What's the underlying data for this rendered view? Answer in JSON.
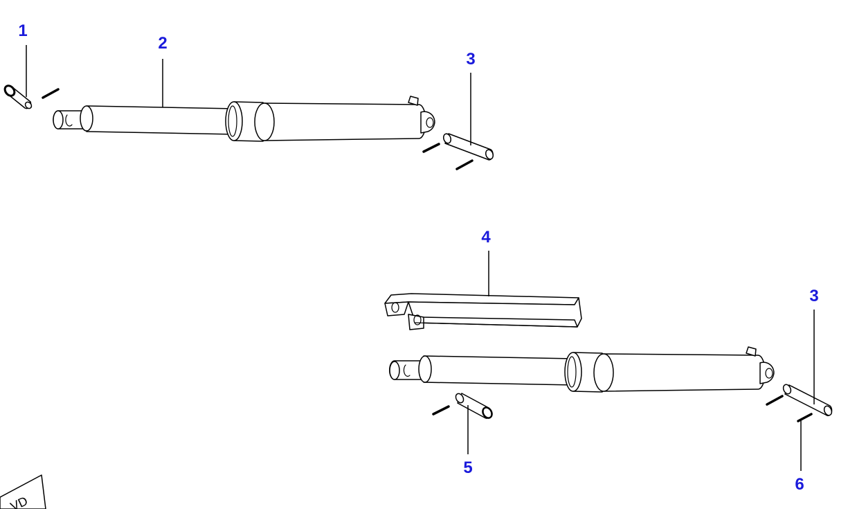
{
  "callouts": [
    {
      "id": "1",
      "label": "1"
    },
    {
      "id": "2",
      "label": "2"
    },
    {
      "id": "3a",
      "label": "3"
    },
    {
      "id": "4",
      "label": "4"
    },
    {
      "id": "3b",
      "label": "3"
    },
    {
      "id": "5",
      "label": "5"
    },
    {
      "id": "6",
      "label": "6"
    }
  ],
  "corner_fragment": "VD",
  "colors": {
    "callout": "#1a1adb",
    "line": "#000000",
    "background": "#ffffff"
  }
}
